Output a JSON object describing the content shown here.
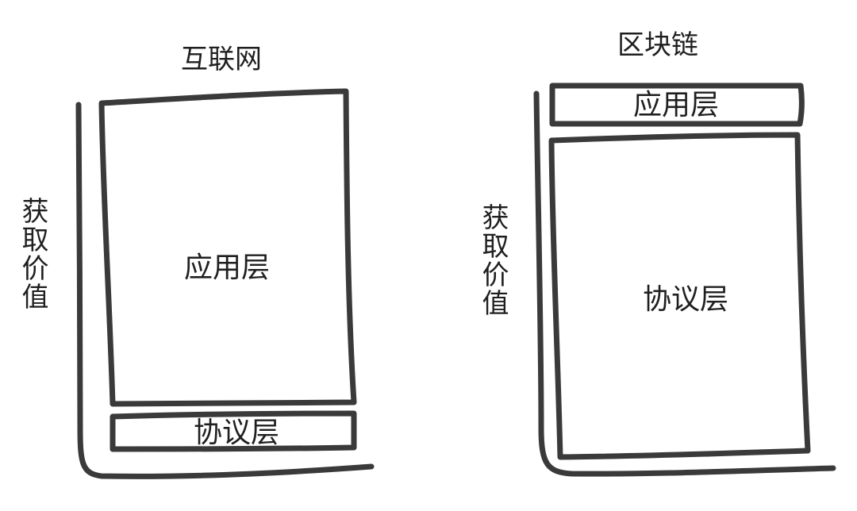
{
  "diagram": {
    "left": {
      "title": "互联网",
      "axis_label": "获取价值",
      "top_box_label": "应用层",
      "bottom_box_label": "协议层"
    },
    "right": {
      "title": "区块链",
      "axis_label": "获取价值",
      "top_box_label": "应用层",
      "bottom_box_label": "协议层"
    },
    "stroke_color": "#3a3a3a"
  }
}
